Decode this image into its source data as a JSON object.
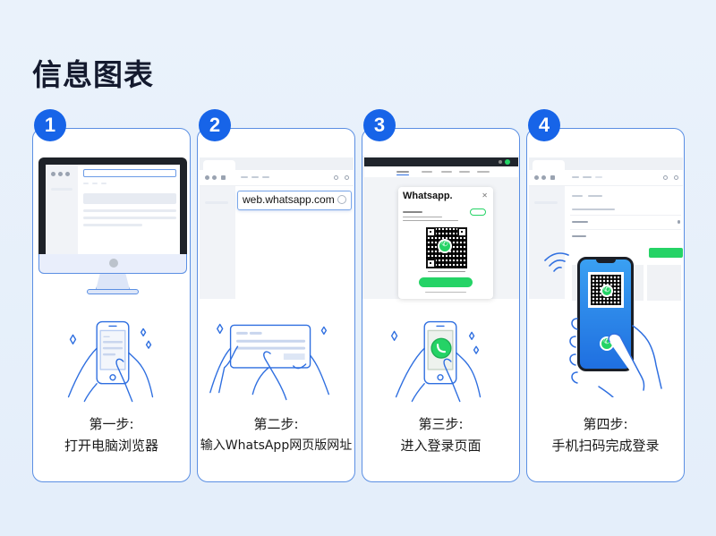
{
  "page": {
    "title": "信息图表"
  },
  "colors": {
    "accent": "#1764e8",
    "card_border": "#5b8fe3",
    "whatsapp_green": "#25d366",
    "background": "#e8f0fb"
  },
  "steps": [
    {
      "number": "1",
      "step_label": "第一步:",
      "description": "打开电脑浏览器",
      "screen": "desktop-monitor-with-browser",
      "illustration": "hands-holding-phone"
    },
    {
      "number": "2",
      "step_label": "第二步:",
      "description": "输入WhatsApp网页版网址",
      "screen": "browser-address-bar",
      "url_text": "web.whatsapp.com",
      "illustration": "hands-typing-on-tablet"
    },
    {
      "number": "3",
      "step_label": "第三步:",
      "description": "进入登录页面",
      "screen": "whatsapp-login-dialog",
      "dialog_title": "Whatsapp.",
      "illustration": "hands-holding-phone-with-whatsapp-logo"
    },
    {
      "number": "4",
      "step_label": "第四步:",
      "description": "手机扫码完成登录",
      "screen": "browser-login-form",
      "illustration": "hand-scanning-qr-code-with-phone"
    }
  ]
}
